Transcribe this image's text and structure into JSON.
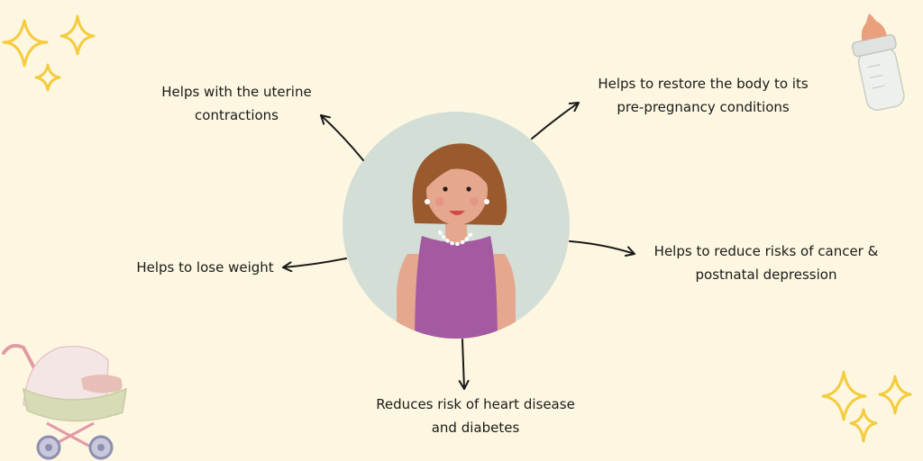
{
  "diagram": {
    "benefits": [
      {
        "id": "uterine",
        "lines": [
          "Helps with the uterine",
          "contractions"
        ]
      },
      {
        "id": "restore",
        "lines": [
          "Helps to restore the body to its",
          "pre-pregnancy conditions"
        ]
      },
      {
        "id": "weight",
        "lines": [
          "Helps to lose weight"
        ]
      },
      {
        "id": "cancer",
        "lines": [
          "Helps to reduce risks of cancer &",
          "postnatal depression"
        ]
      },
      {
        "id": "heart",
        "lines": [
          "Reduces risk of heart disease",
          "and diabetes"
        ]
      }
    ]
  },
  "icons": {
    "center": "mother-portrait-icon",
    "decor": [
      "sparkle-icon",
      "baby-bottle-icon",
      "baby-stroller-icon"
    ]
  },
  "colors": {
    "background": "#fdf7e1",
    "circle": "#d3ded7",
    "sparkle": "#f5cc3e",
    "dress": "#a45aa0",
    "skin": "#e5a88f",
    "hair": "#9a5a2e",
    "arrow": "#1a1a1a"
  }
}
